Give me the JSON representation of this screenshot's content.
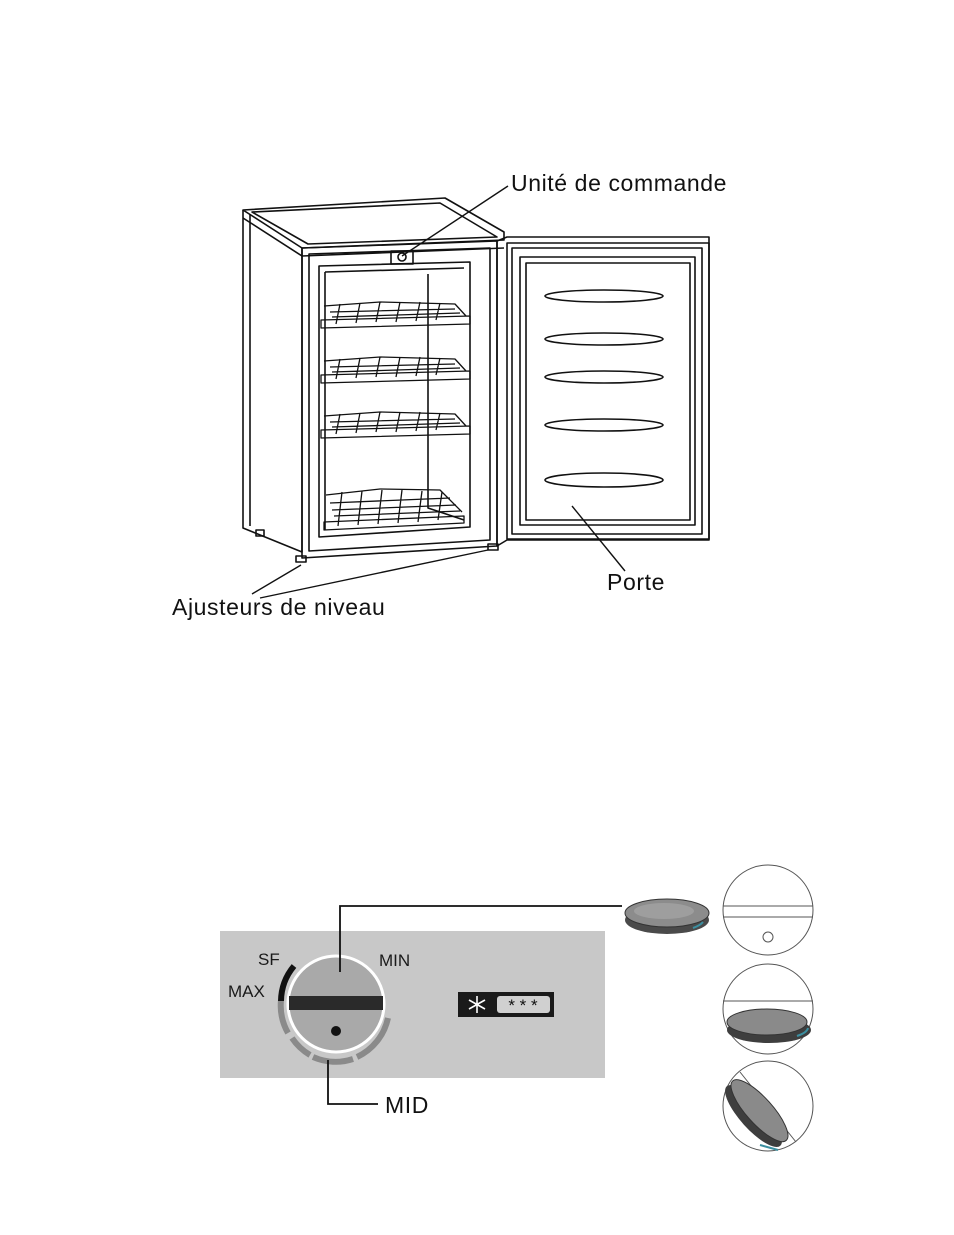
{
  "freezer_diagram": {
    "labels": {
      "control_unit": "Unité de commande",
      "door": "Porte",
      "level_adjusters": "Ajusteurs de niveau"
    }
  },
  "control_panel": {
    "dial_labels": {
      "sf": "SF",
      "max": "MAX",
      "min": "MIN",
      "mid": "MID"
    },
    "rating_badge": {
      "symbol": "*",
      "stars": "* * *"
    },
    "colors": {
      "panel_bg": "#c8c8c8",
      "knob": "#a9a9a9",
      "max_arc": "#111111"
    }
  }
}
